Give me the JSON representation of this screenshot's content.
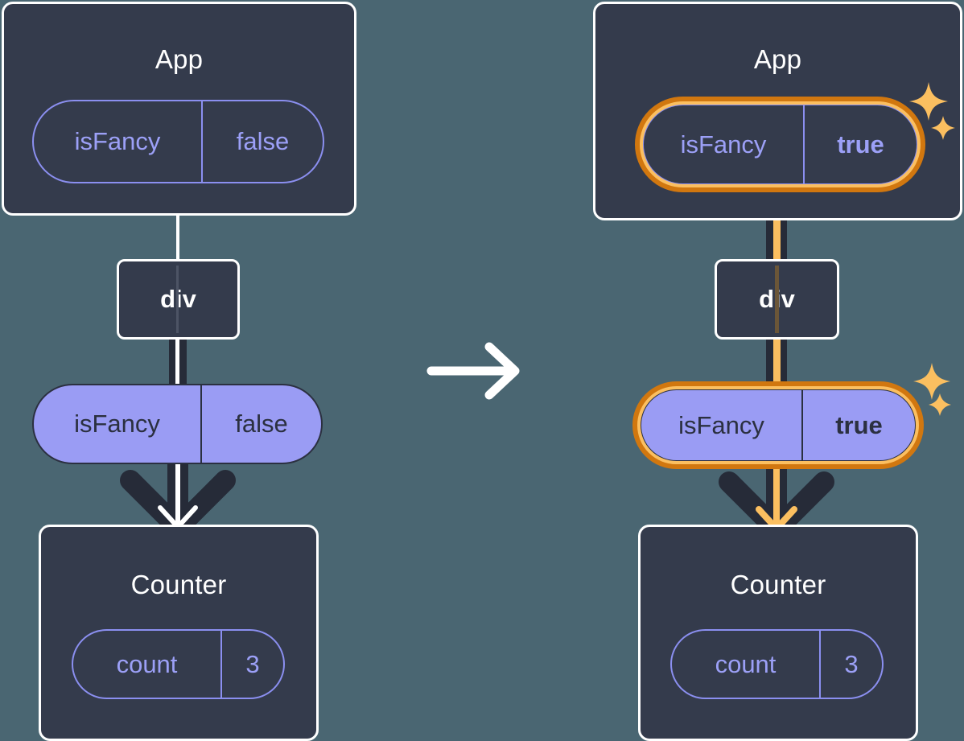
{
  "diagram": {
    "title": "React state update — isFancy prop flows from App to Counter",
    "background_color": "#4a6672",
    "node_fill": "#343b4c",
    "node_border": "#ffffff",
    "pill_purple": "#9a9cf4",
    "pill_outline": "#8b8ff0",
    "highlight_ring_outer": "#d1770f",
    "highlight_ring_inner": "#fbbf60",
    "connector_dark": "#262b38",
    "connector_amber": "#fbbf60",
    "text_light": "#ffffff",
    "text_purple": "#9ca0f7",
    "text_dark": "#2b3040"
  },
  "before": {
    "app": {
      "title": "App",
      "state_pill": {
        "name": "isFancy",
        "value": "false",
        "bold_value": false,
        "highlighted": false
      }
    },
    "div": {
      "label": "div"
    },
    "prop_pill": {
      "name": "isFancy",
      "value": "false",
      "bold_value": false,
      "highlighted": false
    },
    "counter": {
      "title": "Counter",
      "state_pill": {
        "name": "count",
        "value": "3",
        "bold_value": false,
        "highlighted": false
      }
    }
  },
  "transition": {
    "icon": "right-arrow-icon"
  },
  "after": {
    "app": {
      "title": "App",
      "state_pill": {
        "name": "isFancy",
        "value": "true",
        "bold_value": true,
        "highlighted": true
      }
    },
    "div": {
      "label": "div"
    },
    "prop_pill": {
      "name": "isFancy",
      "value": "true",
      "bold_value": true,
      "highlighted": true
    },
    "counter": {
      "title": "Counter",
      "state_pill": {
        "name": "count",
        "value": "3",
        "bold_value": false,
        "highlighted": false
      }
    },
    "sparkles": [
      {
        "name": "sparkle-app-large"
      },
      {
        "name": "sparkle-app-small"
      },
      {
        "name": "sparkle-prop-large"
      },
      {
        "name": "sparkle-prop-small"
      }
    ]
  }
}
